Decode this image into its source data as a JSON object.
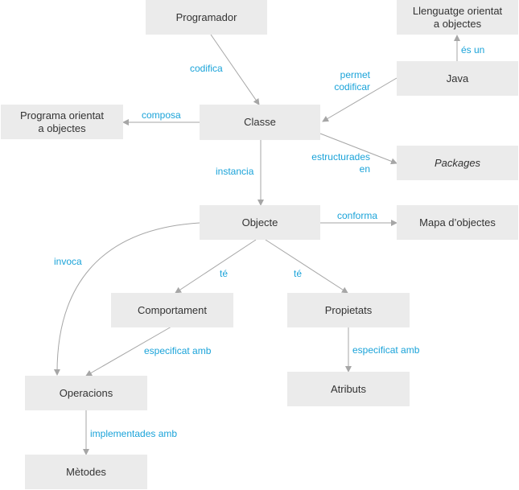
{
  "colors": {
    "node_fill": "#ebebeb",
    "node_text": "#333333",
    "edge": "#a6a6a6",
    "edge_label": "#1aa3d9"
  },
  "nodes": {
    "programador": "Programador",
    "llenguatge": "Llenguatge orientat\na objectes",
    "java": "Java",
    "programa": "Programa orientat\na objectes",
    "classe": "Classe",
    "packages": "Packages",
    "objecte": "Objecte",
    "mapa": "Mapa d’objectes",
    "comportament": "Comportament",
    "propietats": "Propietats",
    "operacions": "Operacions",
    "atributs": "Atributs",
    "metodes": "Mètodes"
  },
  "edges": {
    "codifica": "codifica",
    "es_un": "és un",
    "permet_codificar": "permet\ncodificar",
    "composa": "composa",
    "estructurades_en": "estructurades\nen",
    "instancia": "instancia",
    "conforma": "conforma",
    "invoca": "invoca",
    "te_left": "té",
    "te_right": "té",
    "especificat_amb_left": "especificat amb",
    "especificat_amb_right": "especificat amb",
    "implementades_amb": "implementades amb"
  }
}
